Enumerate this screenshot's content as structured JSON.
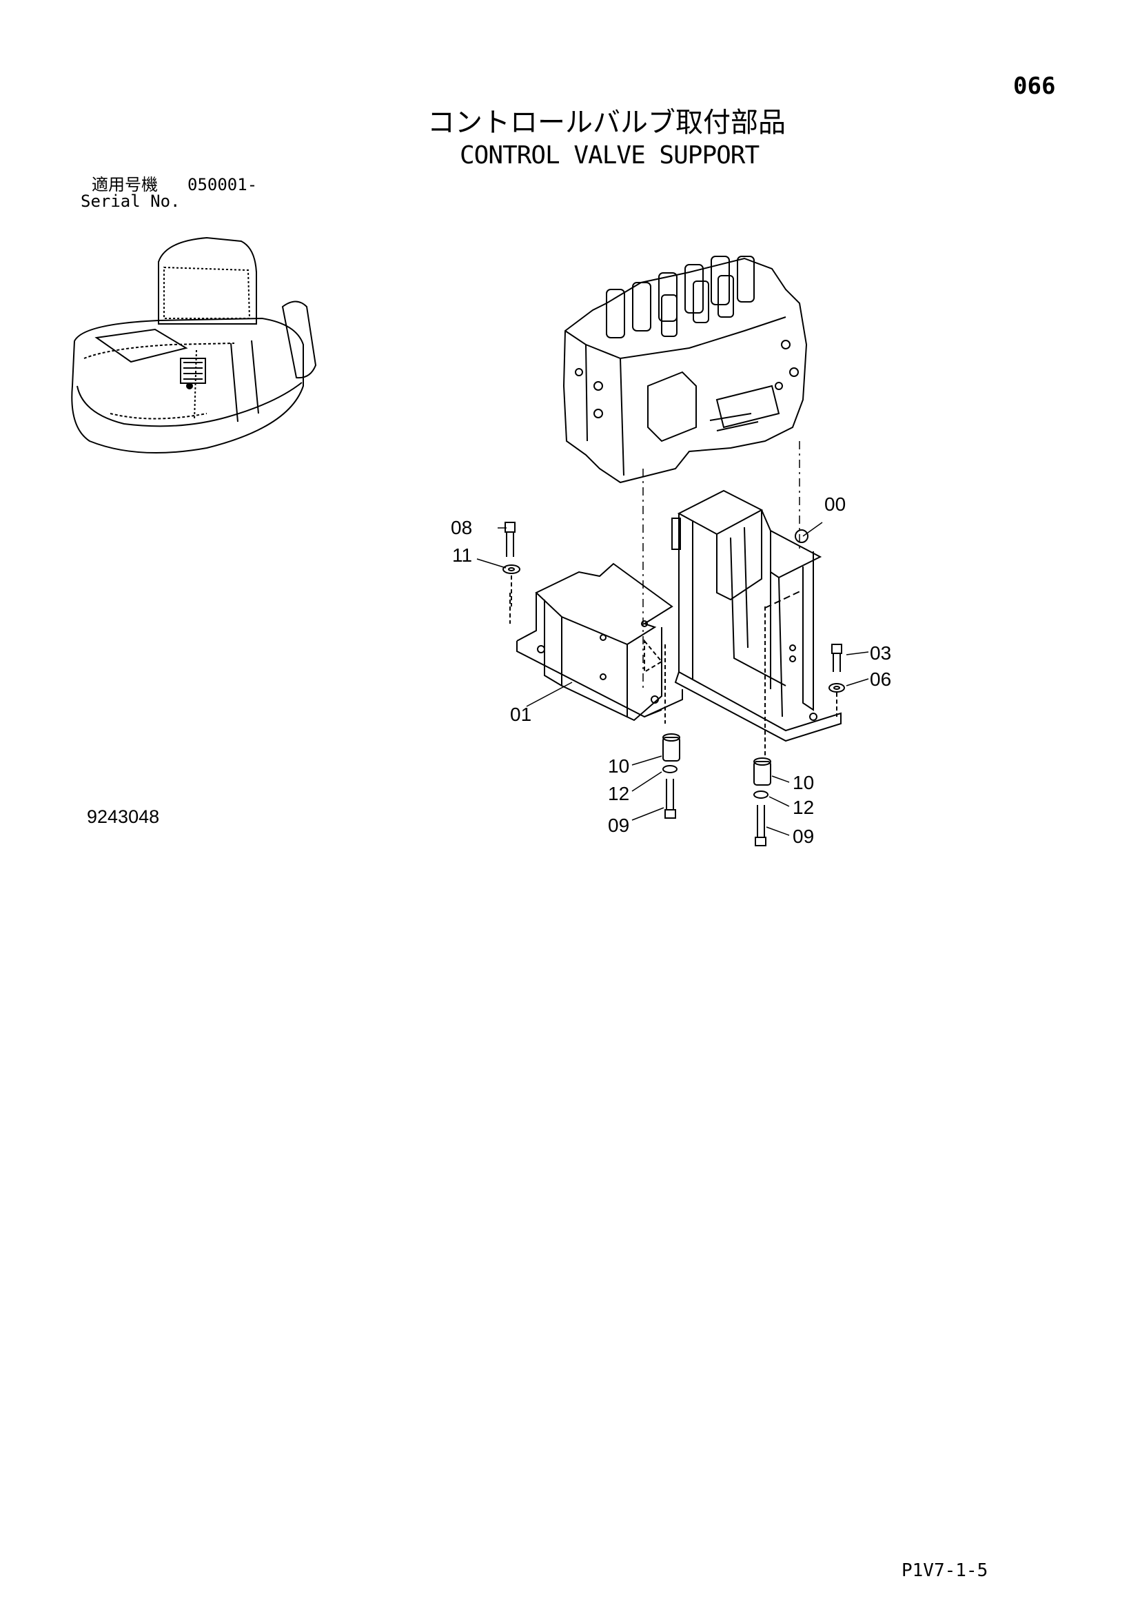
{
  "page_number": "066",
  "title_japanese": "コントロールバルブ取付部品",
  "title_english": "CONTROL VALVE SUPPORT",
  "serial": {
    "label_japanese": "適用号機",
    "value": "050001-",
    "label_english": "Serial No."
  },
  "drawing_number": "9243048",
  "footer_code": "P1V7-1-5",
  "callouts": [
    "00",
    "01",
    "03",
    "06",
    "08",
    "11",
    "10",
    "12",
    "09",
    "10",
    "12",
    "09"
  ]
}
